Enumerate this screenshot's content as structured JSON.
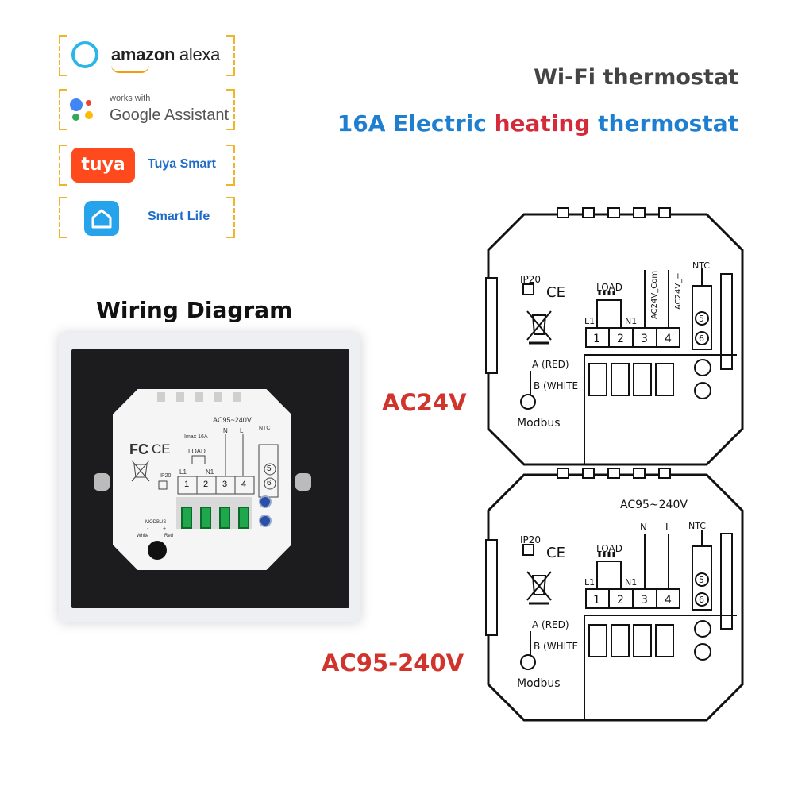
{
  "brands": {
    "alexa": {
      "word1": "amazon",
      "word2": "alexa"
    },
    "google": {
      "line1": "works with",
      "line2": "Google Assistant"
    },
    "tuya": {
      "logo": "tuya",
      "label": "Tuya Smart"
    },
    "smartlife": {
      "label": "Smart Life",
      "icon": "home-icon"
    }
  },
  "headline": {
    "line1": "Wi-Fi thermostat",
    "line2_part1": "16A Electric ",
    "line2_part2": "heating",
    "line2_part3": " thermostat"
  },
  "wiring_title": "Wiring Diagram",
  "photo": {
    "rating": "AC95~240V",
    "imax": "Imax 16A",
    "ip": "IP20",
    "load": "LOAD",
    "n_label": "N",
    "l_label": "L",
    "l1": "L1",
    "n1": "N1",
    "ntc": "NTC",
    "terminals": [
      "1",
      "2",
      "3",
      "4"
    ],
    "sensor": [
      "5",
      "6"
    ],
    "modbus": "MODBUS",
    "white": "White",
    "red": "Red",
    "minus": "-",
    "plus": "+"
  },
  "diagram_top": {
    "voltage": "AC24V",
    "ip": "IP20",
    "ce": "CE",
    "load": "LOAD",
    "l1": "L1",
    "n1": "N1",
    "label3": "AC24V_Com",
    "label4": "AC24V_+",
    "ntc": "NTC",
    "terminals": [
      "1",
      "2",
      "3",
      "4"
    ],
    "sensor": [
      "5",
      "6"
    ],
    "a_red": "A (RED)",
    "b_white": "B (WHITE",
    "modbus": "Modbus"
  },
  "diagram_bottom": {
    "voltage": "AC95-240V",
    "rating": "AC95~240V",
    "ip": "IP20",
    "ce": "CE",
    "load": "LOAD",
    "l1": "L1",
    "n1": "N1",
    "n_label": "N",
    "l_label": "L",
    "ntc": "NTC",
    "terminals": [
      "1",
      "2",
      "3",
      "4"
    ],
    "sensor": [
      "5",
      "6"
    ],
    "a_red": "A (RED)",
    "b_white": "B (WHITE",
    "modbus": "Modbus"
  },
  "colors": {
    "accent_blue": "#1e7fd1",
    "accent_red": "#d42a3a",
    "voltage_red": "#d0342c",
    "badge_gold": "#f0b429"
  }
}
